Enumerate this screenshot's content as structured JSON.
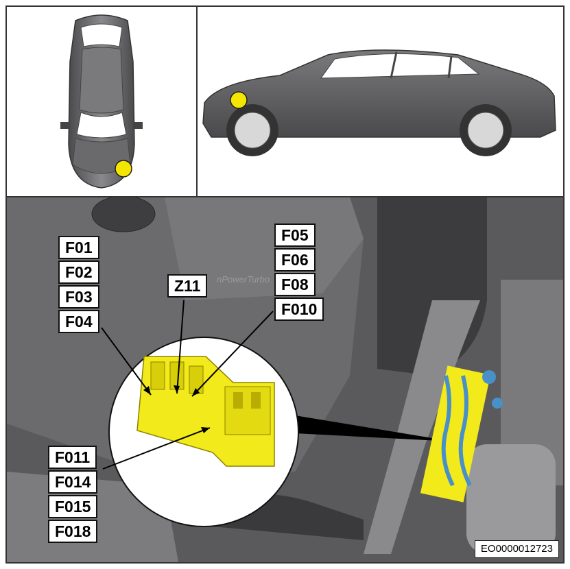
{
  "labels": {
    "left_group": [
      "F01",
      "F02",
      "F03",
      "F04"
    ],
    "right_group": [
      "F05",
      "F06",
      "F08",
      "F010"
    ],
    "center": "Z11",
    "bottom_group": [
      "F011",
      "F014",
      "F015",
      "F018"
    ]
  },
  "reference_code": "EO0000012723",
  "engine_cover_text": "nPowerTurbo",
  "colors": {
    "marker": "#f5e600",
    "fuse_box": "#f2ea1a",
    "engine": "#5a5a5c",
    "cable": "#4a90c8"
  }
}
